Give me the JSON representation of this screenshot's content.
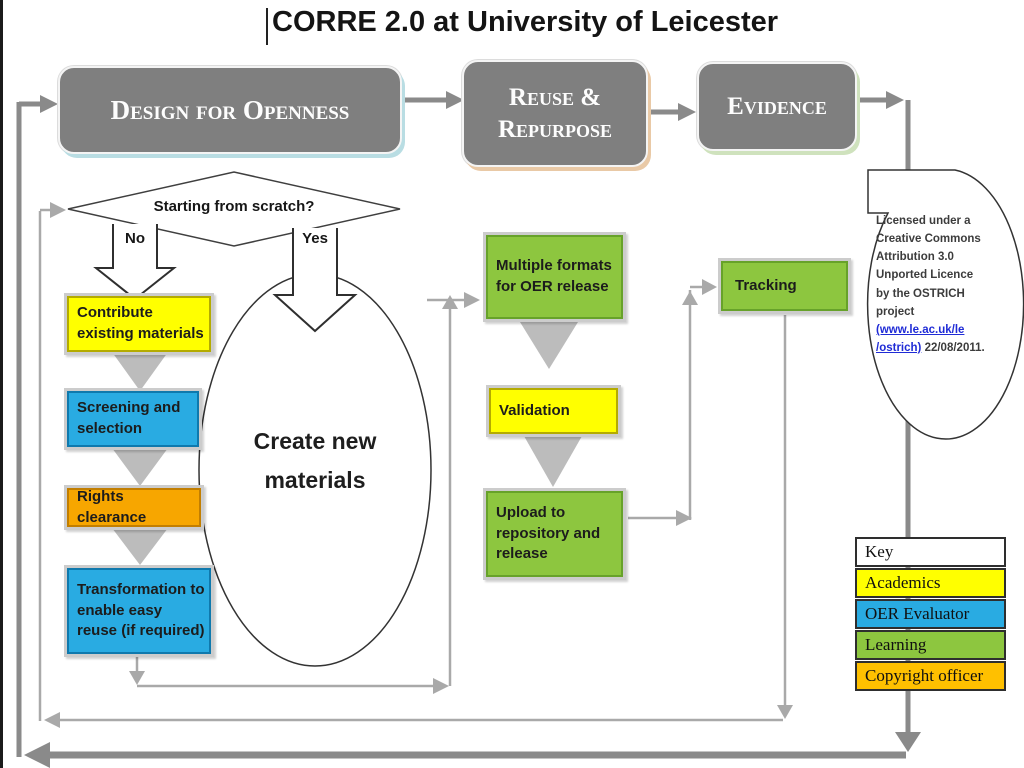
{
  "title": "CORRE 2.0 at University of Leicester",
  "stages": {
    "design": "Design for Openness",
    "reuse": "Reuse & Repurpose",
    "evidence": "Evidence"
  },
  "decision": {
    "question": "Starting from scratch?",
    "no": "No",
    "yes": "Yes"
  },
  "boxes": {
    "contribute": {
      "label": "Contribute existing materials",
      "color": "#FFFF00"
    },
    "screening": {
      "label": "Screening and selection",
      "color": "#29ABE2"
    },
    "rights": {
      "label": "Rights clearance",
      "color": "#F7A600"
    },
    "transformation": {
      "label": "Transformation to enable easy reuse (if required)",
      "color": "#29ABE2"
    },
    "create_new": {
      "label": "Create new materials",
      "color": "#FFFFFF"
    },
    "multiple_formats": {
      "label": "Multiple formats for OER release",
      "color": "#8DC63F"
    },
    "validation": {
      "label": "Validation",
      "color": "#FFFF00"
    },
    "upload": {
      "label": "Upload to repository and release",
      "color": "#8DC63F"
    },
    "tracking": {
      "label": "Tracking",
      "color": "#8DC63F"
    }
  },
  "license_note": {
    "text_before": "Licensed under a Creative Commons Attribution 3.0 Unported Licence by the OSTRICH project ",
    "link": "(www.le.ac.uk/le /ostrich)",
    "date": " 22/08/2011."
  },
  "key": {
    "title": "Key",
    "entries": [
      {
        "label": "Academics",
        "color": "#FFFF00"
      },
      {
        "label": "OER Evaluator",
        "color": "#29ABE2"
      },
      {
        "label": "Learning",
        "color": "#8DC63F"
      },
      {
        "label": "Copyright officer",
        "color": "#FFC000"
      }
    ]
  },
  "colors": {
    "stage_fill": "#7F7F7F",
    "arrow_thick": "#8A8A8A",
    "arrow_thin": "#A9A9A9",
    "step_triangle": "#BCBCBC"
  }
}
